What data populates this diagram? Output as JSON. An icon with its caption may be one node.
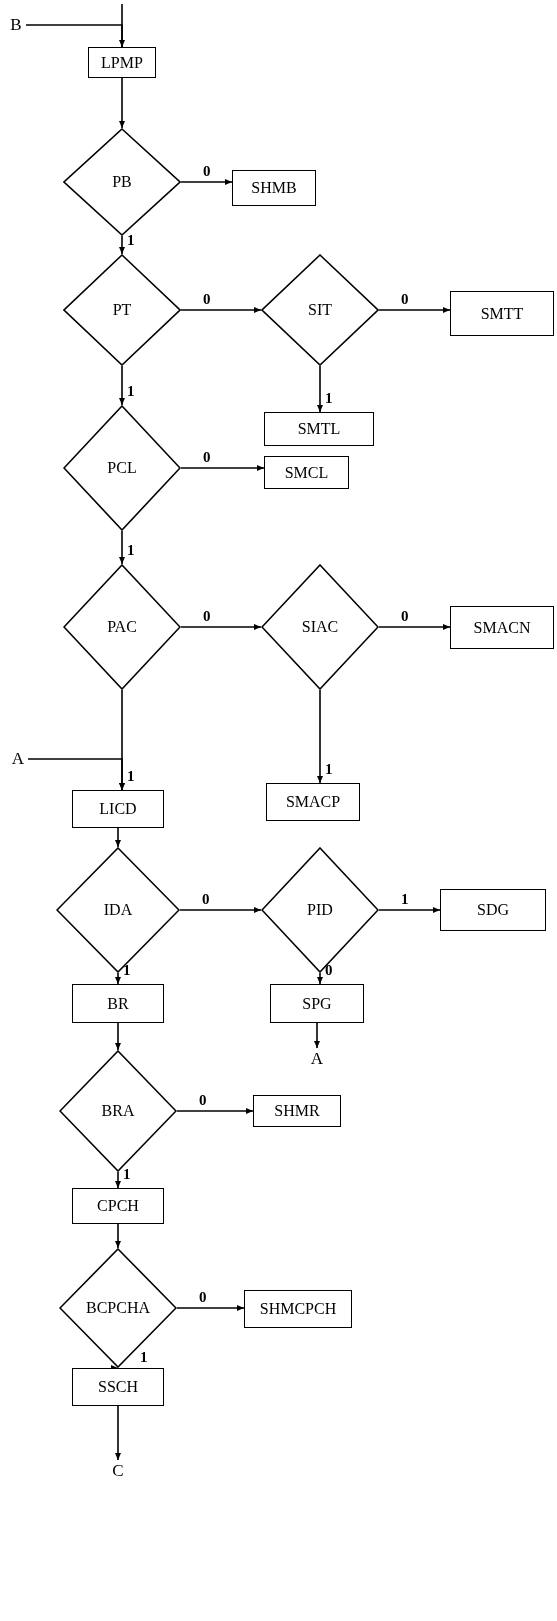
{
  "diagram": {
    "nodes": [
      {
        "text": [
          "B"
        ]
      },
      {
        "text": [
          "LPMP"
        ]
      },
      {
        "text": [
          "PB"
        ]
      },
      {
        "text": [
          "SHMB"
        ]
      },
      {
        "text": [
          "PT"
        ]
      },
      {
        "text": [
          "SIT"
        ]
      },
      {
        "text": [
          "SMTT"
        ]
      },
      {
        "text": [
          "SMTL"
        ]
      },
      {
        "text": [
          "PCL"
        ]
      },
      {
        "text": [
          "SMCL"
        ]
      },
      {
        "text": [
          "PAC"
        ]
      },
      {
        "text": [
          "SIAC"
        ]
      },
      {
        "text": [
          "SMACN"
        ]
      },
      {
        "text": [
          "A"
        ]
      },
      {
        "text": [
          "LICD"
        ]
      },
      {
        "text": [
          "SMACP"
        ]
      },
      {
        "text": [
          "IDA"
        ]
      },
      {
        "text": [
          "PID"
        ]
      },
      {
        "text": [
          "SDG"
        ]
      },
      {
        "text": [
          "BR"
        ]
      },
      {
        "text": [
          "SPG"
        ]
      },
      {
        "text": [
          "A"
        ]
      },
      {
        "text": [
          "BRA"
        ]
      },
      {
        "text": [
          "SHMR"
        ]
      },
      {
        "text": [
          "CPCH"
        ]
      },
      {
        "text": [
          "BCPCHA"
        ]
      },
      {
        "text": [
          "SHMCPCH"
        ]
      },
      {
        "text": [
          "SSCH"
        ]
      },
      {
        "text": [
          "C"
        ]
      }
    ],
    "edges": [
      {
        "from": 0,
        "to": 1,
        "arrow": "to"
      },
      {
        "from": null,
        "to": 1,
        "arrow": "none"
      },
      {
        "from": 1,
        "to": 2,
        "arrow": "to"
      },
      {
        "from": 2,
        "to": 3,
        "arrow": "to",
        "label": "0"
      },
      {
        "from": 2,
        "to": 4,
        "arrow": "to",
        "label": "1"
      },
      {
        "from": 4,
        "to": 5,
        "arrow": "to",
        "label": "0"
      },
      {
        "from": 5,
        "to": 6,
        "arrow": "to",
        "label": "0"
      },
      {
        "from": 5,
        "to": 7,
        "arrow": "to",
        "label": "1"
      },
      {
        "from": 4,
        "to": 8,
        "arrow": "to",
        "label": "1"
      },
      {
        "from": 8,
        "to": 9,
        "arrow": "to",
        "label": "0"
      },
      {
        "from": 8,
        "to": 10,
        "arrow": "to",
        "label": "1"
      },
      {
        "from": 10,
        "to": 11,
        "arrow": "to",
        "label": "0"
      },
      {
        "from": 11,
        "to": 12,
        "arrow": "to",
        "label": "0"
      },
      {
        "from": 11,
        "to": 15,
        "arrow": "to",
        "label": "1"
      },
      {
        "from": 10,
        "to": 14,
        "arrow": "to",
        "label": "1"
      },
      {
        "from": 13,
        "to": 14,
        "arrow": "to"
      },
      {
        "from": 14,
        "to": 16,
        "arrow": "to"
      },
      {
        "from": 16,
        "to": 17,
        "arrow": "to",
        "label": "0"
      },
      {
        "from": 17,
        "to": 18,
        "arrow": "to",
        "label": "1"
      },
      {
        "from": 17,
        "to": 20,
        "arrow": "to",
        "label": "0"
      },
      {
        "from": 16,
        "to": 19,
        "arrow": "to",
        "label": "1"
      },
      {
        "from": 20,
        "to": 21,
        "arrow": "to"
      },
      {
        "from": 19,
        "to": 22,
        "arrow": "to"
      },
      {
        "from": 22,
        "to": 23,
        "arrow": "to",
        "label": "0"
      },
      {
        "from": 22,
        "to": 24,
        "arrow": "to",
        "label": "1"
      },
      {
        "from": 24,
        "to": 25,
        "arrow": "to"
      },
      {
        "from": 25,
        "to": 26,
        "arrow": "to",
        "label": "0"
      },
      {
        "from": 25,
        "to": 27,
        "arrow": "to",
        "label": "1"
      },
      {
        "from": 27,
        "to": 28,
        "arrow": "to"
      }
    ]
  }
}
